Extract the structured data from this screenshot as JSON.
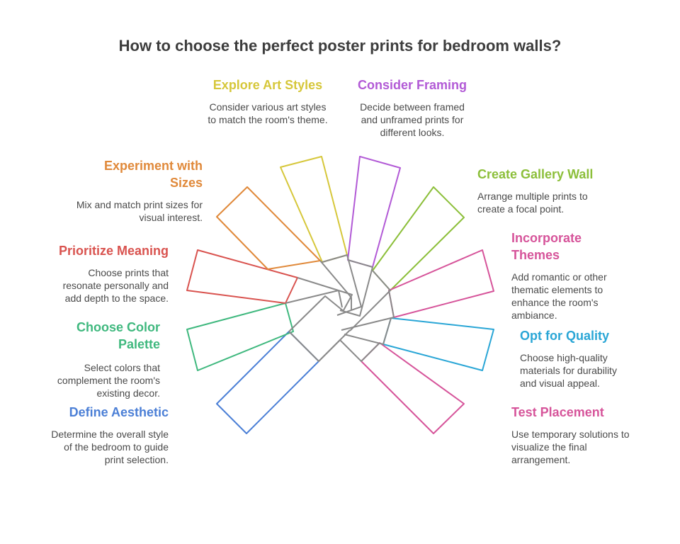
{
  "title": "How to choose the perfect poster prints for bedroom walls?",
  "items": [
    {
      "key": "define-aesthetic",
      "heading": "Define Aesthetic",
      "text": "Determine the overall style of the bedroom to guide print selection.",
      "color": "#4b7fd6"
    },
    {
      "key": "choose-color-palette",
      "heading": "Choose Color Palette",
      "text": "Select colors that complement the room's existing decor.",
      "color": "#3fb87e"
    },
    {
      "key": "prioritize-meaning",
      "heading": "Prioritize Meaning",
      "text": "Choose prints that resonate personally and add depth to the space.",
      "color": "#d9534f"
    },
    {
      "key": "experiment-with-sizes",
      "heading": "Experiment with Sizes",
      "text": "Mix and match print sizes for visual interest.",
      "color": "#e0893a"
    },
    {
      "key": "explore-art-styles",
      "heading": "Explore Art Styles",
      "text": "Consider various art styles to match the room's theme.",
      "color": "#d6c73a"
    },
    {
      "key": "consider-framing",
      "heading": "Consider Framing",
      "text": "Decide between framed and unframed prints for different looks.",
      "color": "#b25ad6"
    },
    {
      "key": "create-gallery-wall",
      "heading": "Create Gallery Wall",
      "text": "Arrange multiple prints to create a focal point.",
      "color": "#8cbf3a"
    },
    {
      "key": "incorporate-themes",
      "heading": "Incorporate Themes",
      "text": "Add romantic or other thematic elements to enhance the room's ambiance.",
      "color": "#d6549a"
    },
    {
      "key": "opt-for-quality",
      "heading": "Opt for Quality",
      "text": "Choose high-quality materials for durability and visual appeal.",
      "color": "#2aa6d6"
    },
    {
      "key": "test-placement",
      "heading": "Test Placement",
      "text": "Use temporary solutions to visualize the final arrangement.",
      "color": "#d6549a"
    }
  ]
}
